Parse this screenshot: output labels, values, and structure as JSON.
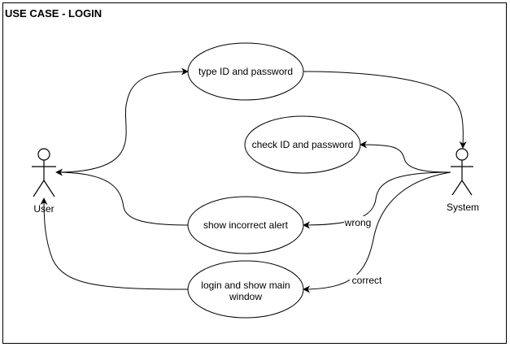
{
  "diagram": {
    "title": "USE CASE - LOGIN",
    "actors": {
      "user": {
        "label": "User"
      },
      "system": {
        "label": "System"
      }
    },
    "use_cases": {
      "type_id": {
        "lines": [
          "type ID and password"
        ]
      },
      "check_id": {
        "lines": [
          "check ID and password"
        ]
      },
      "incorrect_alert": {
        "lines": [
          "show incorrect alert"
        ]
      },
      "login_main": {
        "lines": [
          "login and show main",
          "window"
        ]
      }
    },
    "edge_labels": {
      "wrong": "wrong",
      "correct": "correct"
    }
  }
}
